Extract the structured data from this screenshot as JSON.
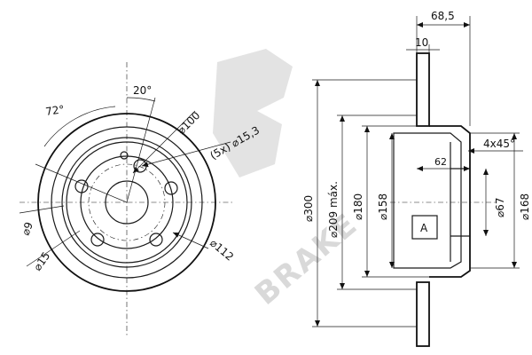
{
  "watermark": {
    "text": "BRAKE"
  },
  "front_view": {
    "angle_pcd_offset": "20°",
    "angle_spacing": "72°",
    "pcd": "⌀100",
    "stud_holes": "(5x) ⌀15,3",
    "hole_small": "⌀9",
    "hole_center": "⌀15",
    "hub_diameter": "⌀112"
  },
  "side_view": {
    "overall_height": "68,5",
    "disc_thickness": "10",
    "chamfer": "4x45°",
    "hat_depth": "62",
    "box_label": "A",
    "diameters": [
      {
        "id": "d300",
        "label": "⌀300"
      },
      {
        "id": "d209",
        "label": "⌀209 máx."
      },
      {
        "id": "d180",
        "label": "⌀180"
      },
      {
        "id": "d158",
        "label": "⌀158"
      },
      {
        "id": "d67",
        "label": "⌀67"
      },
      {
        "id": "d168",
        "label": "⌀168"
      }
    ]
  },
  "colors": {
    "line": "#1a1a1a",
    "watermark": "#d9d9d9"
  }
}
